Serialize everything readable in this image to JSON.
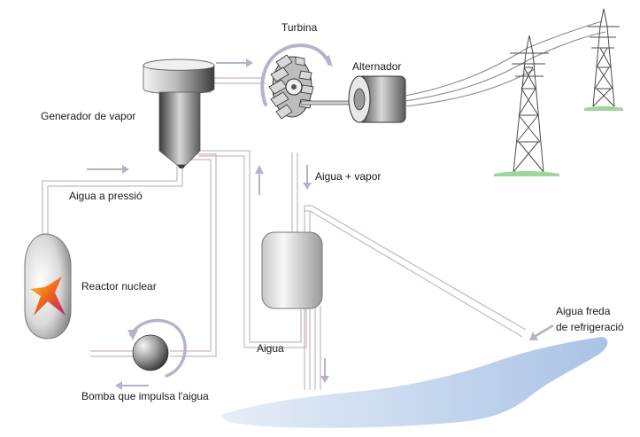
{
  "labels": {
    "turbine": "Turbina",
    "alternator": "Alternador",
    "steam_generator": "Generador de vapor",
    "pressurized_water": "Aigua a pressió",
    "water_steam": "Aigua + vapor",
    "reactor": "Reactor nuclear",
    "water": "Aigua",
    "cold_water_line1": "Aigua freda",
    "cold_water_line2": "de refrigeració",
    "pump": "Bomba que impulsa l'aigua"
  },
  "colors": {
    "pipe": "#c9b6b6",
    "arrow": "#b8b2c8",
    "water": "#bcd0ea",
    "tower": "#4a4a4a",
    "grass": "#9fd49a",
    "metal_dark": "#4b4b4b",
    "metal_light": "#e8e8e8",
    "reactor_star": "#e8336b"
  }
}
